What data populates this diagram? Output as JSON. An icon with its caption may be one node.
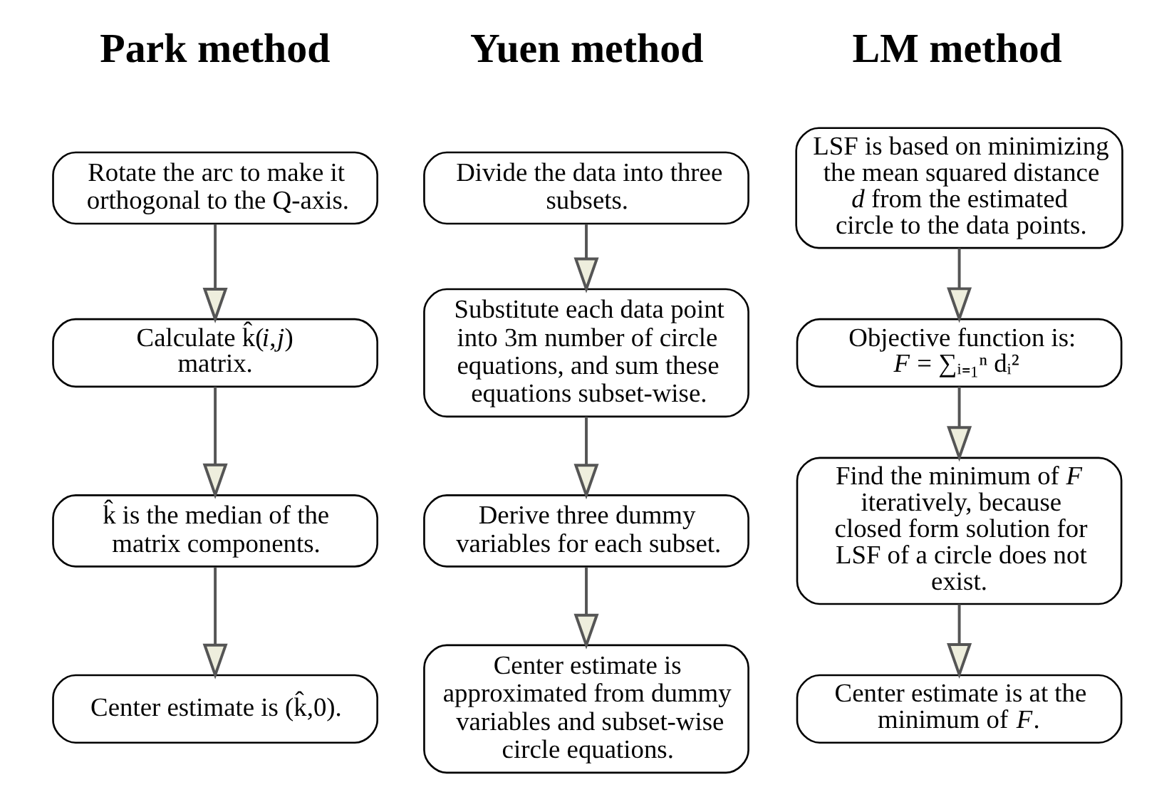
{
  "diagram": {
    "nodes": [
      {
        "text": [
          "Rotate the arc to make it orthogonal to the Q-axis."
        ]
      },
      {
        "text": [
          "Calculate k̂(*i*,*j*) matrix."
        ]
      },
      {
        "text": [
          "k̂ is the median of the matrix components."
        ]
      },
      {
        "text": [
          "Center estimate is (k̂,0)."
        ]
      },
      {
        "text": [
          "Divide the data into three subsets."
        ]
      },
      {
        "text": [
          "Substitute each data point into 3m number of circle equations, and sum these equations subset-wise."
        ]
      },
      {
        "text": [
          "Derive three dummy variables for each subset."
        ]
      },
      {
        "text": [
          "Center estimate is approximated from dummy variables and subset-wise circle equations."
        ]
      },
      {
        "text": [
          "LSF is based on minimizing the mean squared distance *d* from the estimated circle to the data points."
        ]
      },
      {
        "text": [
          "Objective function is:",
          "*F* = ∑ᵢ₌₁ⁿ dᵢ²"
        ]
      },
      {
        "text": [
          "Find the minimum of *F* iteratively, because closed form solution for LSF of a circle does not exist."
        ]
      },
      {
        "text": [
          "Center estimate is at the minimum of *F*."
        ]
      }
    ],
    "edges": [
      {
        "from": 0,
        "to": 1,
        "arrow": "to"
      },
      {
        "from": 1,
        "to": 2,
        "arrow": "to"
      },
      {
        "from": 2,
        "to": 3,
        "arrow": "to"
      },
      {
        "from": 4,
        "to": 5,
        "arrow": "to"
      },
      {
        "from": 5,
        "to": 6,
        "arrow": "to"
      },
      {
        "from": 6,
        "to": 7,
        "arrow": "to"
      },
      {
        "from": 8,
        "to": 9,
        "arrow": "to"
      },
      {
        "from": 9,
        "to": 10,
        "arrow": "to"
      },
      {
        "from": 10,
        "to": 11,
        "arrow": "to"
      }
    ],
    "labels": [
      "Park method",
      "Yuen method",
      "LM method"
    ]
  }
}
